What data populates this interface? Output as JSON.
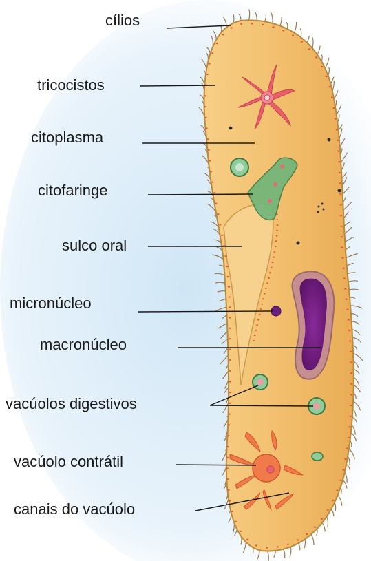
{
  "labels": {
    "cilios": "cílios",
    "tricocistos": "tricocistos",
    "citoplasma": "citoplasma",
    "citofaringe": "citofaringe",
    "sulco_oral": "sulco oral",
    "micronucleo": "micronúcleo",
    "macronucleo": "macronúcleo",
    "vacuolos_digestivos": "vacúolos digestivos",
    "vacuolo_contratil": "vacúolo contrátil",
    "canais_do_vacuolo": "canais do vacúolo"
  },
  "colors": {
    "cell_body": "#f2bf6e",
    "cell_outline": "#b88a3a",
    "trichocyst_dots": "#e4553d",
    "macronucleus": "#7a1f86",
    "micronucleus": "#6b2080",
    "cytopharynx": "#5fa86a",
    "contractile_vacuole": "#f07a4a",
    "background_glow": "#cfe6f6"
  }
}
